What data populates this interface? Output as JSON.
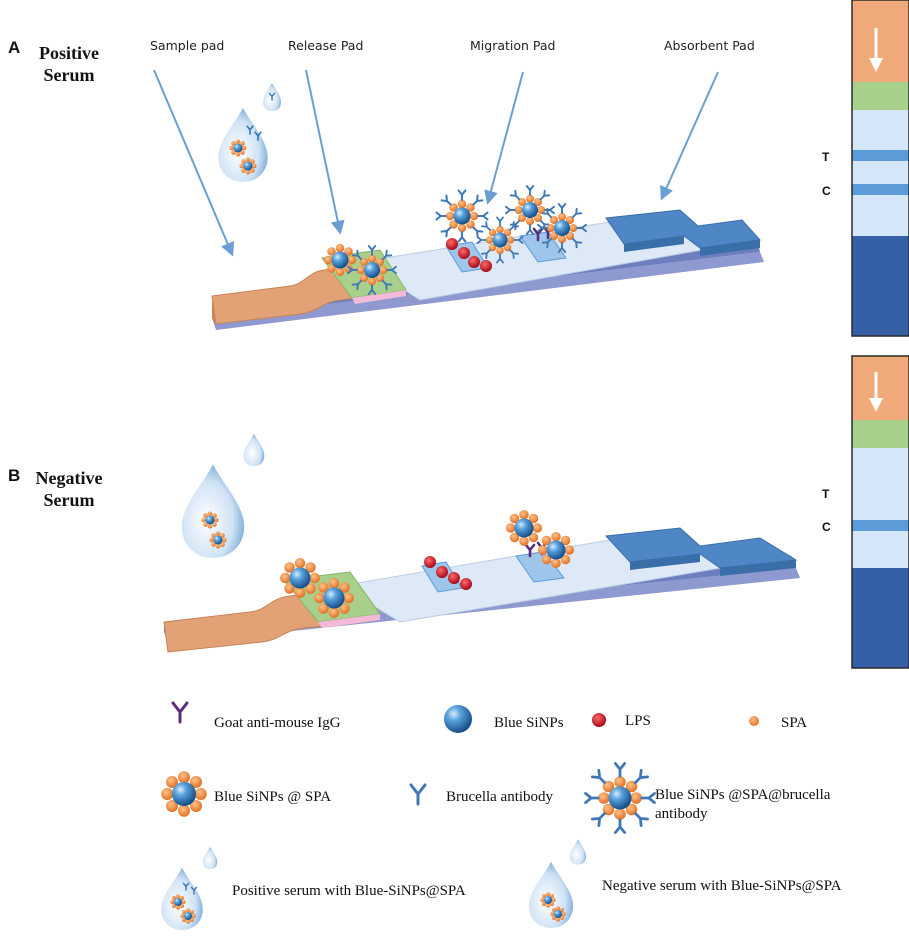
{
  "panels": {
    "a": {
      "letter": "A",
      "title_line1": "Positive",
      "title_line2": "Serum"
    },
    "b": {
      "letter": "B",
      "title_line1": "Negative",
      "title_line2": "Serum"
    }
  },
  "pad_labels": {
    "sample": "Sample pad",
    "release": "Release Pad",
    "migration": "Migration Pad",
    "absorbent": "Absorbent Pad"
  },
  "strip_marks": {
    "t": "T",
    "c": "C"
  },
  "legend": {
    "goat_igg": "Goat anti-mouse IgG",
    "blue_sinps": "Blue SiNPs",
    "lps": "LPS",
    "spa": "SPA",
    "blue_sinps_spa": "Blue SiNPs @ SPA",
    "brucella_antibody": "Brucella antibody",
    "complex_line1": "Blue SiNPs @SPA@brucella",
    "complex_line2": "antibody",
    "positive_serum": "Positive serum with Blue-SiNPs@SPA",
    "negative_serum": "Negative serum with Blue-SiNPs@SPA"
  },
  "colors": {
    "sample_pad": "#e2a276",
    "release_pad": "#a9cf8c",
    "migration_pad": "#d8e6f7",
    "absorbent_pad": "#4f86c6",
    "backing": "#6e7fc0",
    "sinp": "#2f7bbd",
    "spa": "#f08a34",
    "lps": "#c8101e",
    "arrow": "#6a9fd3",
    "strip_top": "#f0a978",
    "strip_green": "#a6d08c",
    "strip_mid": "#d4e6f8",
    "strip_band": "#5b9bd8",
    "strip_bottom": "#3560a6"
  }
}
